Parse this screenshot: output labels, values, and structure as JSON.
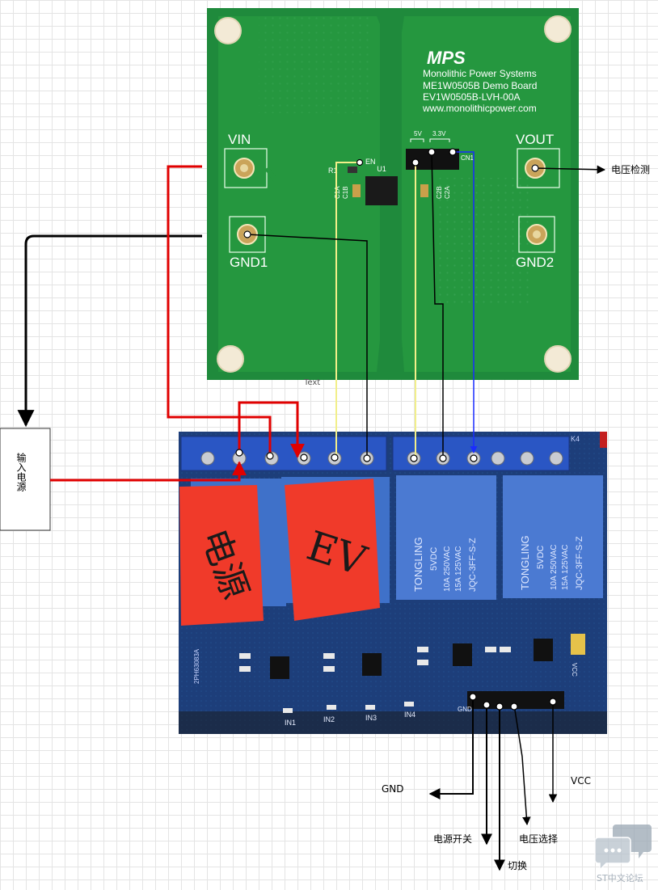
{
  "pcb": {
    "logo": "MPS",
    "line1": "Monolithic Power Systems",
    "line2": "ME1W0505B Demo Board",
    "line3": "EV1W0505B-LVH-00A",
    "line4": "www.monolithicpower.com",
    "vin": "VIN",
    "vout": "VOUT",
    "gnd1": "GND1",
    "gnd2": "GND2",
    "sel_5v": "5V",
    "sel_33v": "3.3V",
    "cn1": "CN1",
    "en": "EN",
    "r1": "R1",
    "u1": "U1",
    "c1a": "C1A",
    "c1b": "C1B",
    "c2b": "C2B",
    "c2a": "C2A"
  },
  "stray_text": "Text",
  "relay_board": {
    "relay_brand": "TONGLING",
    "relay_spec1": "5VDC",
    "relay_spec2": "10A 250VAC",
    "relay_spec3": "15A 125VAC",
    "relay_model": "JQC-3FF-S-Z",
    "k4": "K4",
    "board_id": "2PH63083A",
    "in1": "IN1",
    "in2": "IN2",
    "in3": "IN3",
    "in4": "IN4",
    "gnd_pin": "GND",
    "vcc_pin": "VCC",
    "sticker1": "电源",
    "sticker2": "EV"
  },
  "labels": {
    "input_power": "输入电源",
    "voltage_detect": "电压检测",
    "gnd": "GND",
    "vcc": "VCC",
    "power_switch": "电源开关",
    "voltage_select": "电压选择",
    "switch": "切换",
    "watermark": "ST中文论坛"
  },
  "colors": {
    "pcb_green": "#1f8a3c",
    "relay_blue": "#23418a",
    "relay_body": "#3f71c9",
    "sticker_red": "#f03a2a",
    "wire_red": "#e00000",
    "wire_black": "#000000",
    "wire_yellow": "#f2ef8a",
    "wire_blue": "#1a2cff"
  }
}
